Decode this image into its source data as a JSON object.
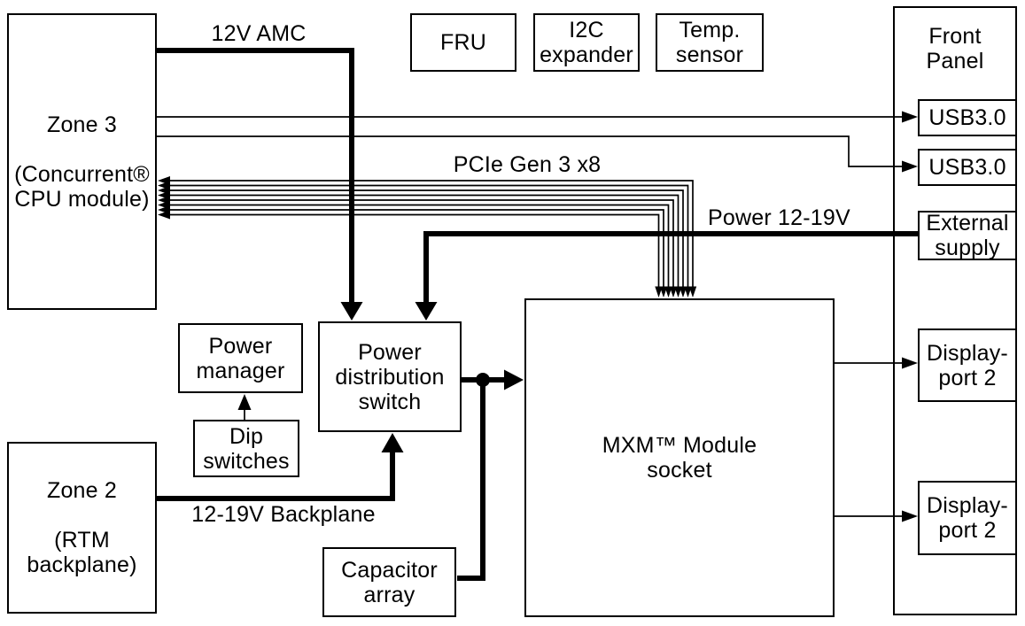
{
  "diagram": {
    "type": "block-diagram",
    "background_color": "#ffffff",
    "line_color": "#000000",
    "nodes": {
      "zone3": {
        "label": "Zone 3\n\n(Concurrent®\nCPU module)"
      },
      "zone2": {
        "label": "Zone 2\n\n(RTM\nbackplane)"
      },
      "fru": {
        "label": "FRU"
      },
      "i2c_expander": {
        "label": "I2C\nexpander"
      },
      "temp_sensor": {
        "label": "Temp.\nsensor"
      },
      "front_panel": {
        "label": "Front\nPanel"
      },
      "usb_top": {
        "label": "USB3.0"
      },
      "usb_bottom": {
        "label": "USB3.0"
      },
      "external_supply": {
        "label": "External\nsupply"
      },
      "displayport_top": {
        "label": "Display-\nport 2"
      },
      "displayport_bottom": {
        "label": "Display-\nport 2"
      },
      "power_manager": {
        "label": "Power\nmanager"
      },
      "dip_switches": {
        "label": "Dip\nswitches"
      },
      "power_distribution_switch": {
        "label": "Power\ndistribution\nswitch"
      },
      "mxm_socket": {
        "label": "MXM™ Module\nsocket"
      },
      "capacitor_array": {
        "label": "Capacitor\narray"
      }
    },
    "edges": {
      "amc_12v": {
        "label": "12V AMC"
      },
      "pcie": {
        "label": "PCIe Gen 3 x8"
      },
      "power_12_19v": {
        "label": "Power 12-19V"
      },
      "backplane_12_19v": {
        "label": "12-19V Backplane"
      }
    }
  }
}
